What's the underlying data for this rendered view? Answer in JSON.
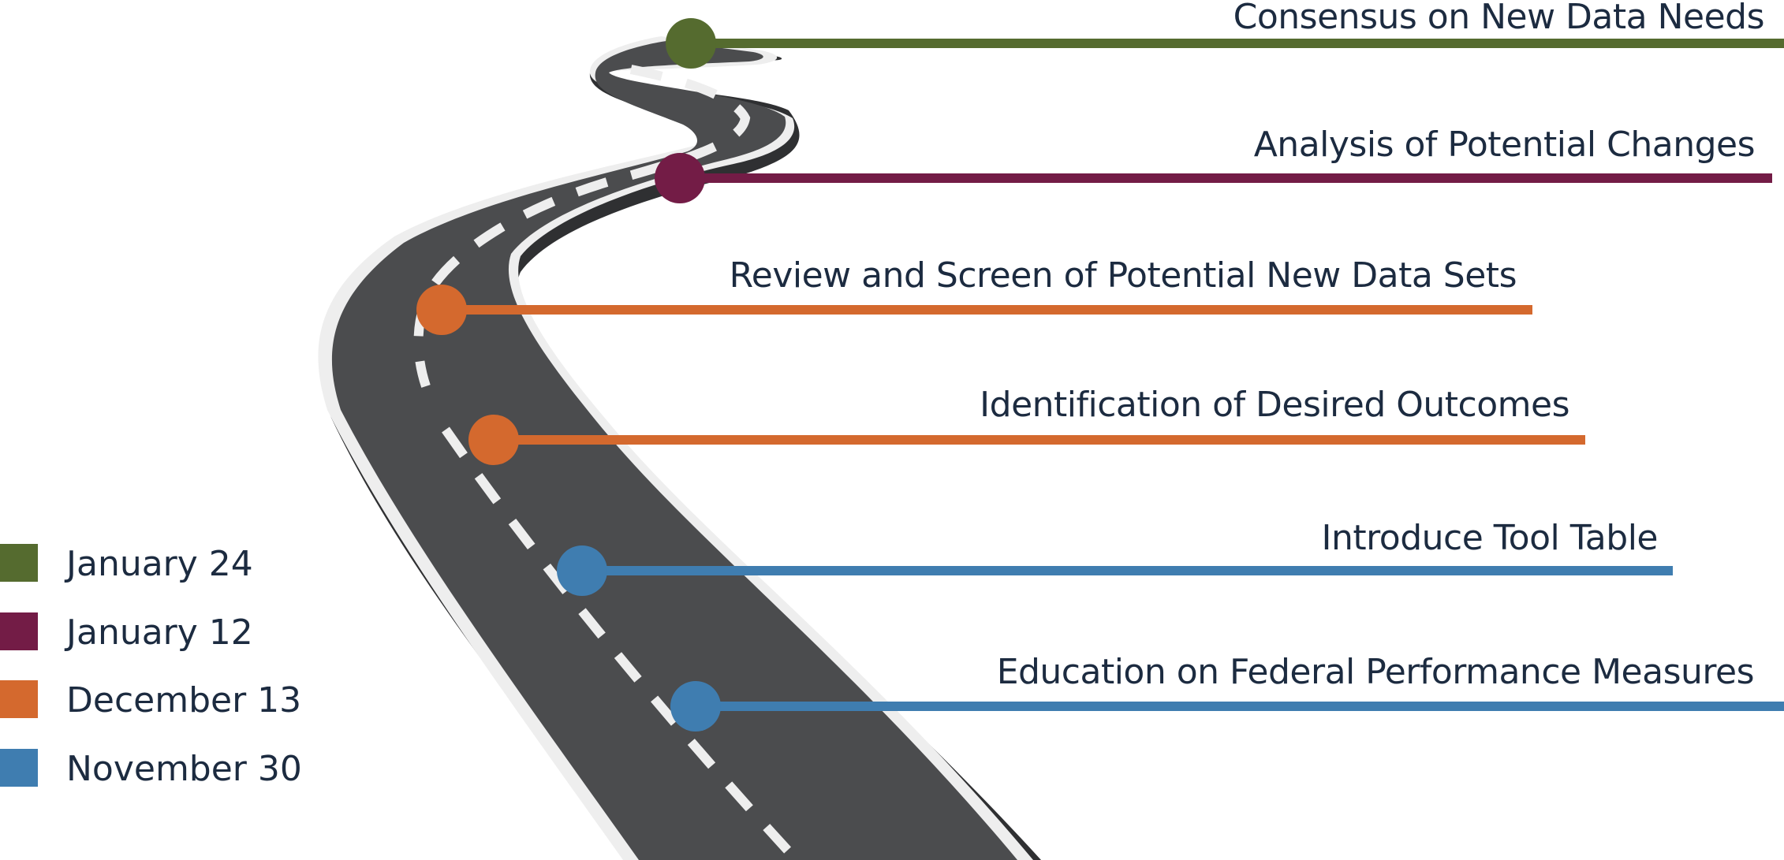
{
  "colors": {
    "green": "#556b2f",
    "maroon": "#731c46",
    "orange": "#d4692e",
    "blue": "#3f7db0",
    "text": "#1c2b40",
    "road": "#4b4c4e",
    "road_shadow": "#2f3032",
    "road_edge": "#eeeeee"
  },
  "milestones": [
    {
      "label": "Consensus on New Data Needs",
      "color": "green"
    },
    {
      "label": "Analysis of Potential Changes",
      "color": "maroon"
    },
    {
      "label": "Review and Screen of Potential New Data Sets",
      "color": "orange"
    },
    {
      "label": "Identification of Desired Outcomes",
      "color": "orange"
    },
    {
      "label": "Introduce Tool Table",
      "color": "blue"
    },
    {
      "label": "Education on Federal Performance Measures",
      "color": "blue"
    }
  ],
  "legend": [
    {
      "label": "January 24",
      "color": "green"
    },
    {
      "label": "January 12",
      "color": "maroon"
    },
    {
      "label": "December 13",
      "color": "orange"
    },
    {
      "label": "November 30",
      "color": "blue"
    }
  ]
}
